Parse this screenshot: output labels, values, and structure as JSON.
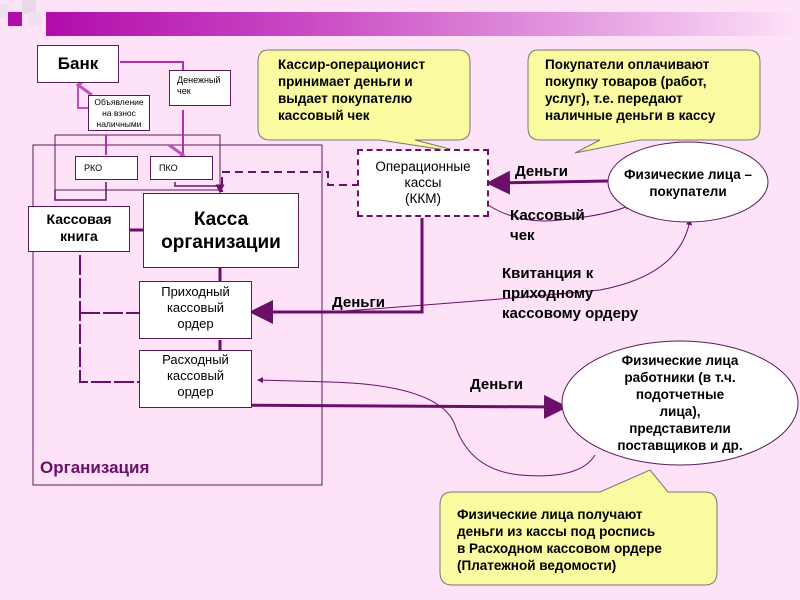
{
  "colors": {
    "background": "#fde2f8",
    "accent": "#6a0f6a",
    "light_line": "#c050c0",
    "callout_fill": "#fafaa0",
    "org_label": "#6a0f6a"
  },
  "nodes": {
    "bank": "Банк",
    "cash_check": [
      "Денежный",
      "чек"
    ],
    "deposit_notice": [
      "Объявление",
      "на взнос",
      "наличными"
    ],
    "rko": "РКО",
    "pko": "ПКО",
    "cash_book": [
      "Кассовая",
      "книга"
    ],
    "org_cash": [
      "Касса",
      "организации"
    ],
    "operational_cash": [
      "Операционные",
      "кассы",
      "(ККМ)"
    ],
    "incoming_order": [
      "Приходный",
      "кассовый",
      "ордер"
    ],
    "outgoing_order": [
      "Расходный",
      "кассовый",
      "ордер"
    ],
    "organization": "Организация",
    "buyers": [
      "Физические лица –",
      "покупатели"
    ],
    "workers": [
      "Физические лица",
      "работники (в т.ч.",
      "подотчетные",
      "лица),",
      "представители",
      "поставщиков и др."
    ]
  },
  "labels": {
    "money_top": "Деньги",
    "cash_receipt": [
      "Кассовый",
      "чек"
    ],
    "receipt_to_order": [
      "Квитанция к",
      "приходному",
      "кассовому ордеру"
    ],
    "money_middle": "Деньги",
    "money_bottom": "Деньги"
  },
  "callouts": {
    "cashier": [
      "Кассир-операционист",
      "принимает деньги и",
      "выдает покупателю",
      "кассовый чек"
    ],
    "buyers_pay": [
      "Покупатели оплачивают",
      "покупку товаров (работ,",
      "услуг), т.е. передают",
      "наличные деньги в кассу"
    ],
    "persons_receive": [
      "Физические лица получают",
      "деньги из кассы под роспись",
      "в Расходном кассовом ордере",
      "(Платежной ведомости)"
    ]
  }
}
